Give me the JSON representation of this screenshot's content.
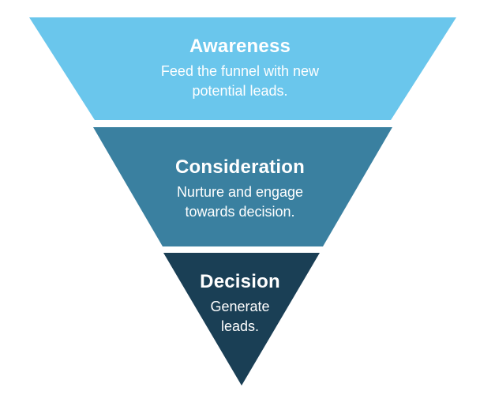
{
  "colors": {
    "awareness": "#6ac6ec",
    "consideration": "#3a80a0",
    "decision": "#1a3f55",
    "text": "#ffffff"
  },
  "stages": [
    {
      "title": "Awareness",
      "description": "Feed the funnel with new potential leads."
    },
    {
      "title": "Consideration",
      "description": "Nurture and engage towards decision."
    },
    {
      "title": "Decision",
      "description": "Generate leads."
    }
  ]
}
